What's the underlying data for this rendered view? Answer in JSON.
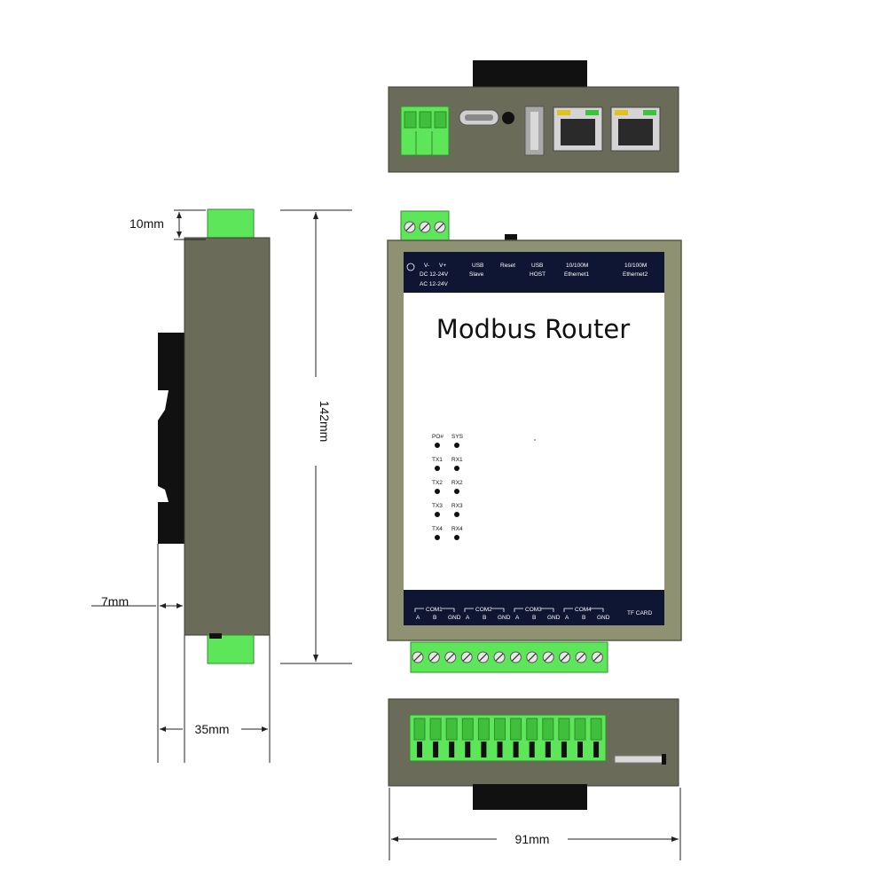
{
  "title": "Modbus Router",
  "dimensions": {
    "top_tab": "10mm",
    "height": "142mm",
    "rail_offset": "7mm",
    "depth": "35mm",
    "width": "91mm"
  },
  "top_panel_labels": {
    "power_v_minus": "V-",
    "power_v_plus": "V+",
    "power_dc": "DC 12-24V",
    "power_ac": "AC 12-24V",
    "usb_slave_1": "USB",
    "usb_slave_2": "Slave",
    "reset": "Reset",
    "usb_host_1": "USB",
    "usb_host_2": "HOST",
    "eth1_1": "10/100M",
    "eth1_2": "Ethernet1",
    "eth2_1": "10/100M",
    "eth2_2": "Ethernet2"
  },
  "leds": [
    {
      "left": "PO#",
      "right": "SYS"
    },
    {
      "left": "TX1",
      "right": "RX1"
    },
    {
      "left": "TX2",
      "right": "RX2"
    },
    {
      "left": "TX3",
      "right": "RX3"
    },
    {
      "left": "TX4",
      "right": "RX4"
    }
  ],
  "com_ports": [
    {
      "name": "COM1",
      "pins": [
        "A",
        "B",
        "GND"
      ]
    },
    {
      "name": "COM2",
      "pins": [
        "A",
        "B",
        "GND"
      ]
    },
    {
      "name": "COM3",
      "pins": [
        "A",
        "B",
        "GND"
      ]
    },
    {
      "name": "COM4",
      "pins": [
        "A",
        "B",
        "GND"
      ]
    }
  ],
  "tf_card": "TF CARD",
  "colors": {
    "housing": "#6b6b59",
    "housing_front": "#8f9272",
    "terminal_green": "#5ee65a",
    "label_panel": "#0f1633",
    "rail_black": "#111111"
  }
}
